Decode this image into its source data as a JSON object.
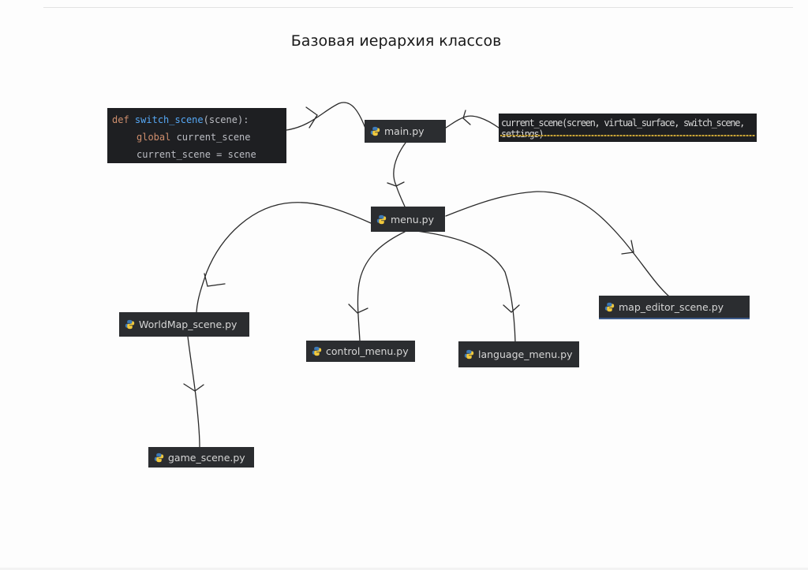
{
  "title": "Базовая иерархия классов",
  "colors": {
    "node_bg": "#2b2d30",
    "code_bg": "#1e1f22",
    "keyword": "#cf8e6d",
    "function": "#56a8f5",
    "text": "#bcbec4",
    "python_blue": "#3d7ab8",
    "python_yellow": "#f0c83c"
  },
  "code_snippet": {
    "line1": {
      "keyword": "def",
      "function": "switch_scene",
      "rest": "(scene):"
    },
    "line2": {
      "keyword": "global",
      "rest": " current_scene"
    },
    "line3": {
      "rest": "current_scene = scene"
    }
  },
  "call_snippet": "current_scene(screen, virtual_surface, switch_scene, settings)",
  "nodes": {
    "main": {
      "label": "main.py",
      "icon": "python-icon"
    },
    "menu": {
      "label": "menu.py",
      "icon": "python-icon"
    },
    "worldmap": {
      "label": "WorldMap_scene.py",
      "icon": "python-icon"
    },
    "control": {
      "label": "control_menu.py",
      "icon": "python-icon"
    },
    "language": {
      "label": "language_menu.py",
      "icon": "python-icon"
    },
    "map_editor": {
      "label": "map_editor_scene.py",
      "icon": "python-icon"
    },
    "game": {
      "label": "game_scene.py",
      "icon": "python-icon"
    }
  },
  "edges": [
    {
      "from": "code_snippet",
      "to": "main"
    },
    {
      "from": "call_snippet",
      "to": "main"
    },
    {
      "from": "main",
      "to": "menu"
    },
    {
      "from": "menu",
      "to": "worldmap"
    },
    {
      "from": "menu",
      "to": "control"
    },
    {
      "from": "menu",
      "to": "language"
    },
    {
      "from": "menu",
      "to": "map_editor"
    },
    {
      "from": "worldmap",
      "to": "game"
    }
  ]
}
